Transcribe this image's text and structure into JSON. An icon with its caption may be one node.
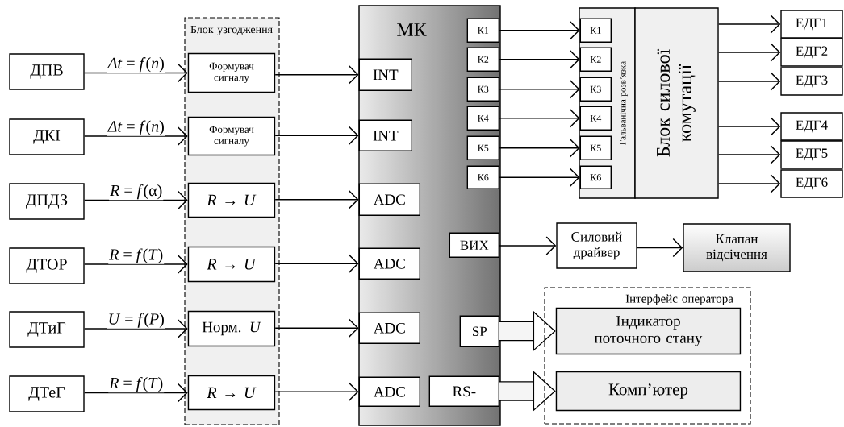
{
  "diagram": {
    "nodes": [
      {
        "text": [
          "ДПВ"
        ]
      },
      {
        "text": [
          "ДКІ"
        ]
      },
      {
        "text": [
          "ДПДЗ"
        ]
      },
      {
        "text": [
          "ДТОР"
        ]
      },
      {
        "text": [
          "ДТиГ"
        ]
      },
      {
        "text": [
          "ДТеГ"
        ]
      },
      {
        "text": [
          "Блок узгодження"
        ]
      },
      {
        "text": [
          "Формувач сигналу"
        ],
        "in": 6
      },
      {
        "text": [
          "Формувач сигналу"
        ],
        "in": 6
      },
      {
        "text": [
          "*R* → *U*"
        ],
        "in": 6
      },
      {
        "text": [
          "*R* → *U*"
        ],
        "in": 6
      },
      {
        "text": [
          "Норм. *U*"
        ],
        "in": 6
      },
      {
        "text": [
          "*R* → *U*"
        ],
        "in": 6
      },
      {
        "text": [
          "МК"
        ]
      },
      {
        "text": [
          "INT"
        ],
        "in": 13
      },
      {
        "text": [
          "INT"
        ],
        "in": 13
      },
      {
        "text": [
          "ADC"
        ],
        "in": 13
      },
      {
        "text": [
          "ADC"
        ],
        "in": 13
      },
      {
        "text": [
          "ADC"
        ],
        "in": 13
      },
      {
        "text": [
          "ADC"
        ],
        "in": 13
      },
      {
        "text": [
          "К1"
        ],
        "in": 13
      },
      {
        "text": [
          "К2"
        ],
        "in": 13
      },
      {
        "text": [
          "К3"
        ],
        "in": 13
      },
      {
        "text": [
          "К4"
        ],
        "in": 13
      },
      {
        "text": [
          "К5"
        ],
        "in": 13
      },
      {
        "text": [
          "К6"
        ],
        "in": 13
      },
      {
        "text": [
          "ВИХ"
        ],
        "in": 13
      },
      {
        "text": [
          "SP"
        ],
        "in": 13
      },
      {
        "text": [
          "RS-"
        ],
        "in": 13
      },
      {
        "text": [
          "Гальванічна розв’язка"
        ]
      },
      {
        "text": [
          "К1"
        ],
        "in": 29
      },
      {
        "text": [
          "К2"
        ],
        "in": 29
      },
      {
        "text": [
          "К3"
        ],
        "in": 29
      },
      {
        "text": [
          "К4"
        ],
        "in": 29
      },
      {
        "text": [
          "К5"
        ],
        "in": 29
      },
      {
        "text": [
          "К6"
        ],
        "in": 29
      },
      {
        "text": [
          "Блок силової комутації"
        ]
      },
      {
        "text": [
          "ЕДГ1"
        ]
      },
      {
        "text": [
          "ЕДГ2"
        ]
      },
      {
        "text": [
          "ЕДГ3"
        ]
      },
      {
        "text": [
          "ЕДГ4"
        ]
      },
      {
        "text": [
          "ЕДГ5"
        ]
      },
      {
        "text": [
          "ЕДГ6"
        ]
      },
      {
        "text": [
          "Силовий драйвер"
        ]
      },
      {
        "text": [
          "Клапан відсічення"
        ]
      },
      {
        "text": [
          "Інтерфейс оператора"
        ]
      },
      {
        "text": [
          "Індикатор поточного стану"
        ],
        "in": 45
      },
      {
        "text": [
          "Комп’ютер"
        ],
        "in": 45
      }
    ],
    "edges": [
      {
        "from": 0,
        "to": 7,
        "arrow": "to",
        "label": "*Δt* = *f*(*n*)"
      },
      {
        "from": 1,
        "to": 8,
        "arrow": "to",
        "label": "*Δt* = *f*(*n*)"
      },
      {
        "from": 2,
        "to": 9,
        "arrow": "to",
        "label": "*R* = *f*(α)"
      },
      {
        "from": 3,
        "to": 10,
        "arrow": "to",
        "label": "*R* = *f*(*T*)"
      },
      {
        "from": 4,
        "to": 11,
        "arrow": "to",
        "label": "*U* = *f*(*P*)"
      },
      {
        "from": 5,
        "to": 12,
        "arrow": "to",
        "label": "*R* = *f*(*T*)"
      },
      {
        "from": 7,
        "to": 14,
        "arrow": "to"
      },
      {
        "from": 8,
        "to": 15,
        "arrow": "to"
      },
      {
        "from": 9,
        "to": 16,
        "arrow": "to"
      },
      {
        "from": 10,
        "to": 17,
        "arrow": "to"
      },
      {
        "from": 11,
        "to": 18,
        "arrow": "to"
      },
      {
        "from": 12,
        "to": 19,
        "arrow": "to"
      },
      {
        "from": 20,
        "to": 30,
        "arrow": "to"
      },
      {
        "from": 21,
        "to": 31,
        "arrow": "to"
      },
      {
        "from": 22,
        "to": 32,
        "arrow": "to"
      },
      {
        "from": 23,
        "to": 33,
        "arrow": "to"
      },
      {
        "from": 24,
        "to": 34,
        "arrow": "to"
      },
      {
        "from": 25,
        "to": 35,
        "arrow": "to"
      },
      {
        "from": 36,
        "to": 37,
        "arrow": "to"
      },
      {
        "from": 36,
        "to": 38,
        "arrow": "to"
      },
      {
        "from": 36,
        "to": 39,
        "arrow": "to"
      },
      {
        "from": 36,
        "to": 40,
        "arrow": "to"
      },
      {
        "from": 36,
        "to": 41,
        "arrow": "to"
      },
      {
        "from": 36,
        "to": 42,
        "arrow": "to"
      },
      {
        "from": 26,
        "to": 43,
        "arrow": "to"
      },
      {
        "from": 43,
        "to": 44,
        "arrow": "to"
      },
      {
        "from": 27,
        "to": 46,
        "arrow": "to",
        "style": "thick"
      },
      {
        "from": 28,
        "to": 47,
        "arrow": "to",
        "style": "thick"
      }
    ]
  }
}
